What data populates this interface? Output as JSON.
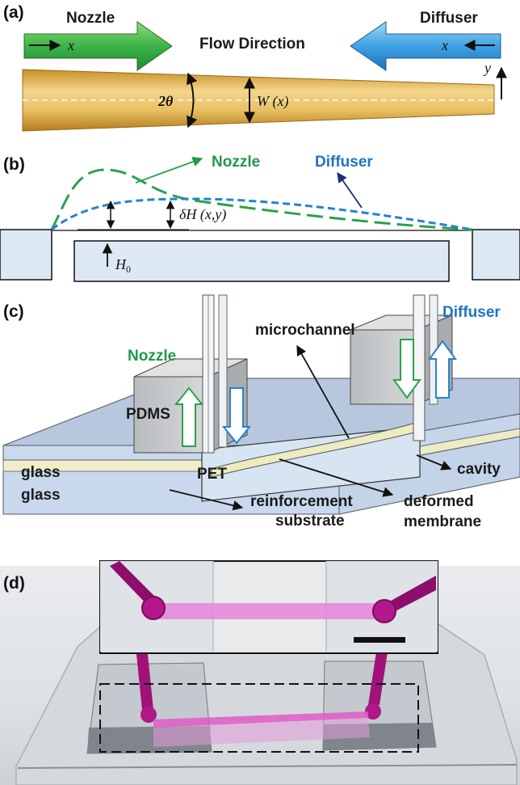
{
  "panel_a": {
    "tag": "(a)",
    "nozzle": "Nozzle",
    "diffuser": "Diffuser",
    "flow_direction": "Flow Direction",
    "x_left": "x",
    "x_right": "x",
    "y": "y",
    "angle": "2θ",
    "width": "W (x)"
  },
  "panel_b": {
    "tag": "(b)",
    "nozzle": "Nozzle",
    "diffuser": "Diffuser",
    "deflection": "δH (x,y)",
    "h0": "H",
    "h0_sub": "0"
  },
  "panel_c": {
    "tag": "(c)",
    "nozzle": "Nozzle",
    "diffuser": "Diffuser",
    "microchannel": "microchannel",
    "pdms": "PDMS",
    "glass_top": "glass",
    "glass_bottom": "glass",
    "pet": "PET",
    "cavity": "cavity",
    "deformed_1": "deformed",
    "deformed_2": "membrane",
    "reinforcement_1": "reinforcement",
    "reinforcement_2": "substrate"
  },
  "panel_d": {
    "tag": "(d)"
  },
  "colors": {
    "nozzle_green": "#1f9a4b",
    "diffuser_blue": "#1f74c4",
    "channel_gold": "#d9aa3c",
    "dye_magenta": "#c2188a"
  }
}
